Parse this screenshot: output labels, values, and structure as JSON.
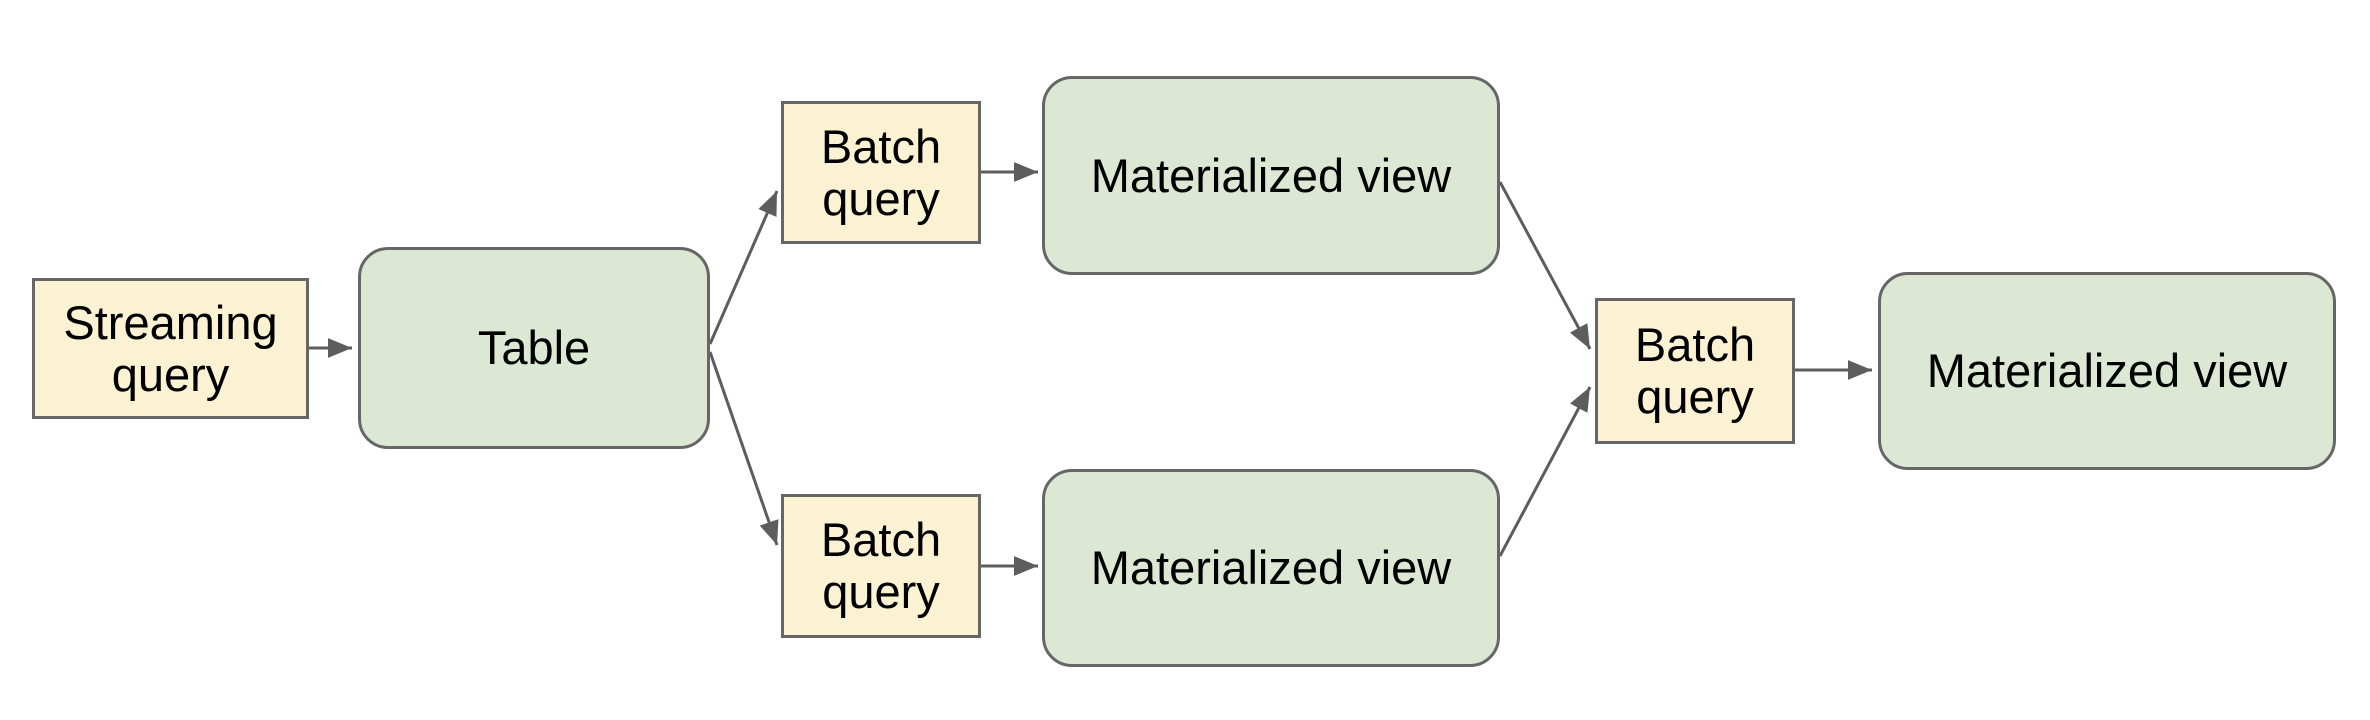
{
  "diagram": {
    "nodes": [
      {
        "id": "streaming-query",
        "label": "Streaming query",
        "shape": "rectangle",
        "fill": "#FAF2D2"
      },
      {
        "id": "table",
        "label": "Table",
        "shape": "rounded-rectangle",
        "fill": "#DCE8D4"
      },
      {
        "id": "batch-query-top",
        "label": "Batch query",
        "shape": "rectangle",
        "fill": "#FAF2D2"
      },
      {
        "id": "materialized-view-top",
        "label": "Materialized view",
        "shape": "rounded-rectangle",
        "fill": "#DCE8D4"
      },
      {
        "id": "batch-query-bottom",
        "label": "Batch query",
        "shape": "rectangle",
        "fill": "#FAF2D2"
      },
      {
        "id": "materialized-view-bottom",
        "label": "Materialized view",
        "shape": "rounded-rectangle",
        "fill": "#DCE8D4"
      },
      {
        "id": "batch-query-right",
        "label": "Batch query",
        "shape": "rectangle",
        "fill": "#FAF2D2"
      },
      {
        "id": "materialized-view-right",
        "label": "Materialized view",
        "shape": "rounded-rectangle",
        "fill": "#DCE8D4"
      }
    ],
    "edges": [
      {
        "from": "streaming-query",
        "to": "table"
      },
      {
        "from": "table",
        "to": "batch-query-top"
      },
      {
        "from": "table",
        "to": "batch-query-bottom"
      },
      {
        "from": "batch-query-top",
        "to": "materialized-view-top"
      },
      {
        "from": "batch-query-bottom",
        "to": "materialized-view-bottom"
      },
      {
        "from": "materialized-view-top",
        "to": "batch-query-right"
      },
      {
        "from": "materialized-view-bottom",
        "to": "batch-query-right"
      },
      {
        "from": "batch-query-right",
        "to": "materialized-view-right"
      }
    ],
    "colors": {
      "query_fill": "#FAF2D2",
      "table_view_fill": "#DCE8D4",
      "border": "#666666",
      "arrow": "#5d5d5d",
      "text": "#000000",
      "background": "#ffffff"
    }
  }
}
